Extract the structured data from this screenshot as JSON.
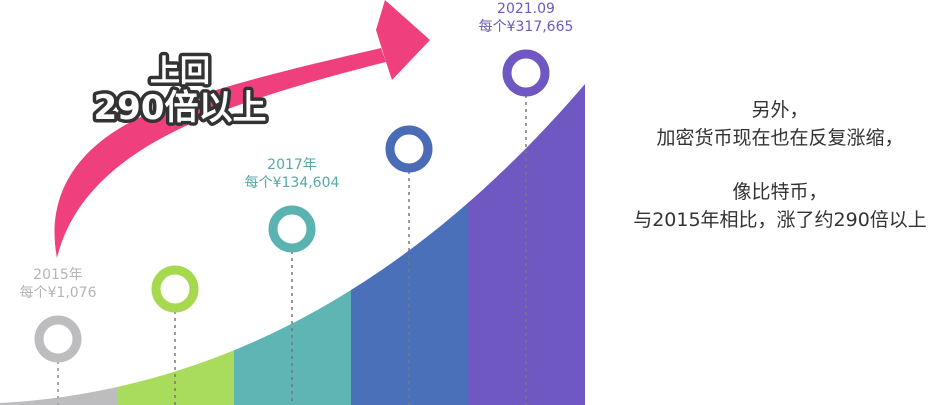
{
  "chart_data": {
    "type": "area",
    "title": "",
    "xlabel": "",
    "ylabel": "",
    "points": [
      {
        "year_label": "2015年",
        "value_label": "每个¥1,076",
        "ring_color": "#bdbdc0",
        "segment_color": "#bdbdc0"
      },
      {
        "year_label": "",
        "value_label": "",
        "ring_color": "#a6d94d",
        "segment_color": "#a9dc5c"
      },
      {
        "year_label": "2017年",
        "value_label": "每个¥134,604",
        "ring_color": "#5bb3b1",
        "segment_color": "#5eb5b3"
      },
      {
        "year_label": "",
        "value_label": "",
        "ring_color": "#4a6cb6",
        "segment_color": "#4a70b9"
      },
      {
        "year_label": "2021.09",
        "value_label": "每个¥317,665",
        "ring_color": "#7058c2",
        "segment_color": "#7058c3"
      }
    ],
    "label_colors": {
      "gray": "#b5b5b8",
      "teal": "#54aaa7",
      "purple": "#6f5ab8"
    }
  },
  "arrow": {
    "color": "#f03f7d",
    "text_line1": "上回",
    "text_line2": "290倍以上"
  },
  "side_text": {
    "line1": "另外，",
    "line2": "加密货币现在也在反复涨缩，",
    "line3": "像比特币，",
    "line4": "与2015年相比，涨了约290倍以上"
  }
}
